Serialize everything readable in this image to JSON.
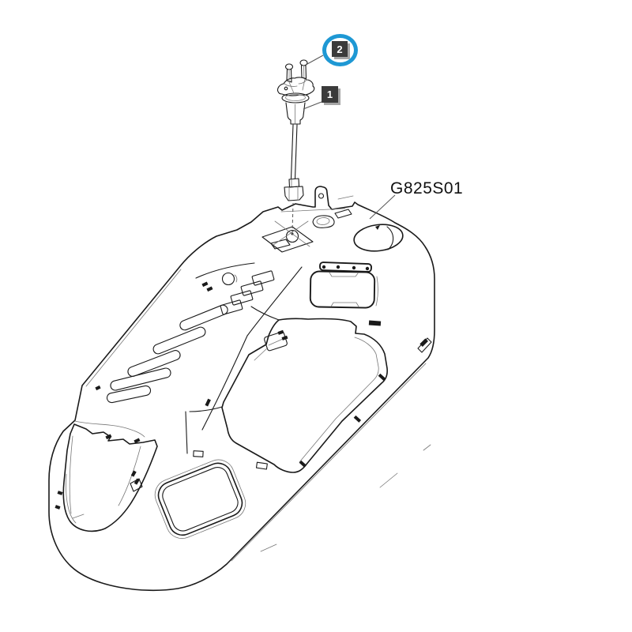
{
  "diagram": {
    "part_code": "G825S01",
    "callouts": [
      {
        "label": "1",
        "highlighted": false
      },
      {
        "label": "2",
        "highlighted": true
      }
    ],
    "colors": {
      "line": "#1a1a1a",
      "background": "#ffffff",
      "callout_bg": "#3b3b3b",
      "callout_text": "#ffffff",
      "callout_shadow": "#a6a6a6",
      "highlight_ring": "#1e98d4"
    }
  }
}
